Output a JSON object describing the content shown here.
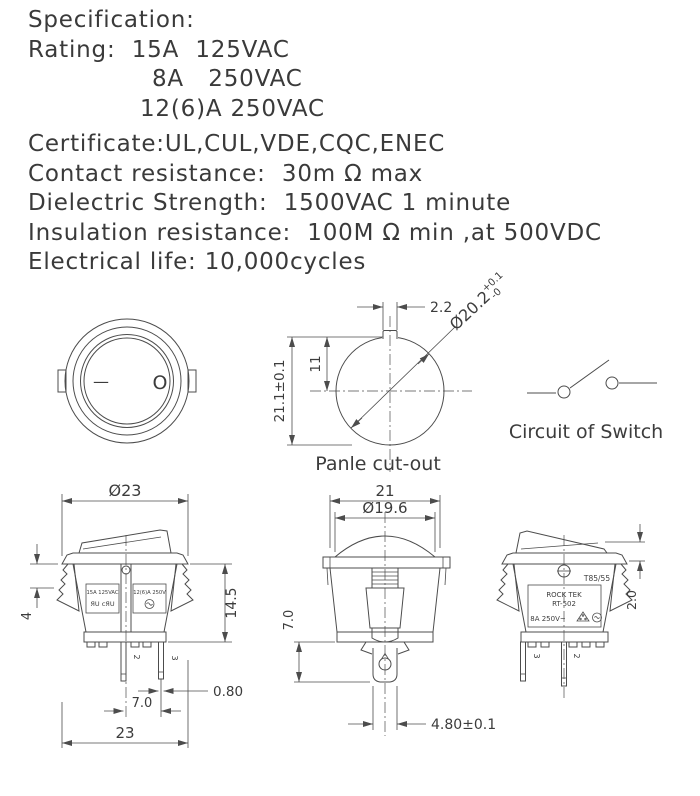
{
  "spec": {
    "lines": [
      "Specification:",
      "Rating:  15A  125VAC",
      "8A   250VAC",
      "12(6)A 250VAC",
      "Certificate:UL,CUL,VDE,CQC,ENEC",
      "Contact resistance:  30m Ω max",
      "Dielectric Strength:  1500VAC 1 minute",
      "Insulation resistance:  100M Ω min ,at 500VDC",
      "Electrical life: 10,000cycles"
    ]
  },
  "front_view": {
    "on_symbol": "—",
    "off_symbol": "O"
  },
  "panel_cutout": {
    "title": "Panle cut-out",
    "notch_width": "2.2",
    "center_offset": "11",
    "height": "21.1±0.1",
    "diameter": "Ø20.2",
    "tol_plus": "+0.1",
    "tol_minus": "-0"
  },
  "circuit": {
    "title": "Circuit of Switch"
  },
  "view_left": {
    "flange_dia": "Ø23",
    "snap_depth": "4",
    "body_height": "14.5",
    "pin_thickness": "0.80",
    "pin_pitch": "7.0",
    "overall_width": "23",
    "marking_left_1": "15A 125VAC",
    "marking_left_2": "ЯU cЯU",
    "marking_right_1": "12(6)A 250V",
    "pin_labels": [
      "2",
      "3"
    ]
  },
  "view_front": {
    "width": "21",
    "actuator_dia": "Ø19.6",
    "terminal_length": "7.0",
    "terminal_width": "4.80±0.1"
  },
  "view_right": {
    "temp_rating": "T85/55",
    "brand_line1": "ROCK TEK",
    "brand_line2": "RT-502",
    "brand_line3": "8A 250V~",
    "rocker_height": "2.0",
    "pin_labels": [
      "3",
      "2"
    ]
  }
}
